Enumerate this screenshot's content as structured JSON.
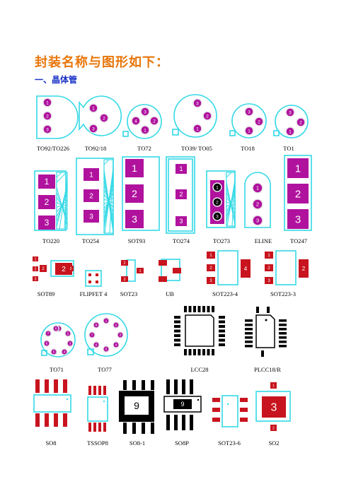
{
  "page": {
    "title": "封装名称与图形如下：",
    "section": "一、晶体管"
  },
  "colors": {
    "outline": "#34d9e6",
    "pad_magenta": "#b0129e",
    "pad_red": "#c8141e",
    "pin_black": "#000000"
  },
  "rows": [
    {
      "labels": [
        "TO92/TO226",
        "TO92/18",
        "TO72",
        "TO39/ TO05",
        "TO18",
        "TO1"
      ]
    },
    {
      "labels": [
        "TO220",
        "TO254",
        "SOT93",
        "TO274",
        "TO273",
        "ELINE",
        "TO247"
      ]
    },
    {
      "labels": [
        "SOT89",
        "FLIPFET 4",
        "SOT23",
        "UB",
        "SOT223-4",
        "SOT223-3"
      ]
    },
    {
      "labels": [
        "TO71",
        "TO77",
        "LCC28",
        "PLCC18/R"
      ]
    },
    {
      "labels": [
        "SO8",
        "TSSOP8",
        "SO8-1",
        "SO8P",
        "SOT23-6",
        "SO2"
      ]
    }
  ],
  "pad_numbers": {
    "one": "1",
    "two": "2",
    "three": "3",
    "four": "4",
    "five": "5",
    "six": "6",
    "seven": "7",
    "eight": "8",
    "nine": "9"
  }
}
